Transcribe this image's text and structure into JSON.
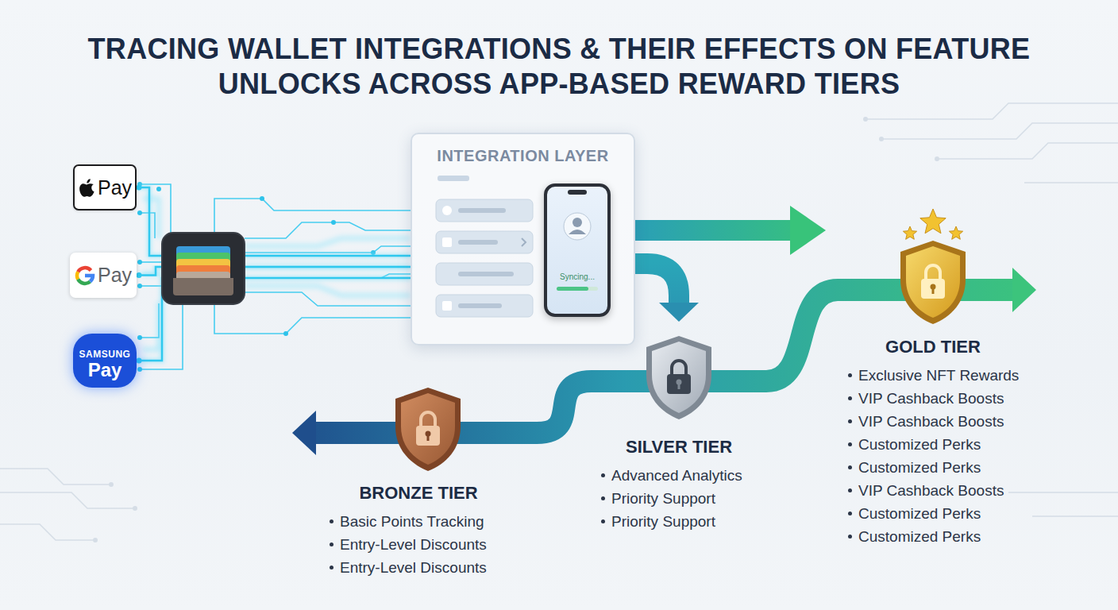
{
  "diagram": {
    "title": "TRACING WALLET INTEGRATIONS & THEIR EFFECTS ON FEATURE UNLOCKS ACROSS APP-BASED REWARD TIERS",
    "nodes": [
      {
        "text": [
          "Pay"
        ]
      },
      {
        "text": [
          "Pay"
        ]
      },
      {
        "text": [
          "SAMSUNG Pay"
        ]
      },
      {
        "text": [
          "INTEGRATION LAYER"
        ]
      },
      {
        "text": [
          "Syncing..."
        ],
        "in": 3
      },
      {
        "text": [
          "BRONZE TIER",
          "Basic Points Tracking",
          "Entry-Level Discounts",
          "Entry-Level Discounts"
        ]
      },
      {
        "text": [
          "SILVER TIER",
          "Advanced Analytics",
          "Priority Support",
          "Priority Support"
        ]
      },
      {
        "text": [
          "GOLD TIER",
          "Exclusive NFT Rewards",
          "VIP Cashback Boosts",
          "VIP Cashback Boosts",
          "Customized Perks",
          "Customized Perks",
          "VIP Cashback Boosts",
          "Customized Perks",
          "Customized Perks"
        ]
      }
    ],
    "edges": [
      {
        "from": 0,
        "to": 3,
        "arrow": "none"
      },
      {
        "from": 1,
        "to": 3,
        "arrow": "none"
      },
      {
        "from": 2,
        "to": 3,
        "arrow": "none"
      },
      {
        "from": 3,
        "to": 6,
        "arrow": "to"
      },
      {
        "from": 6,
        "to": 5,
        "arrow": "to"
      },
      {
        "from": 6,
        "to": 7,
        "arrow": "to"
      }
    ]
  }
}
